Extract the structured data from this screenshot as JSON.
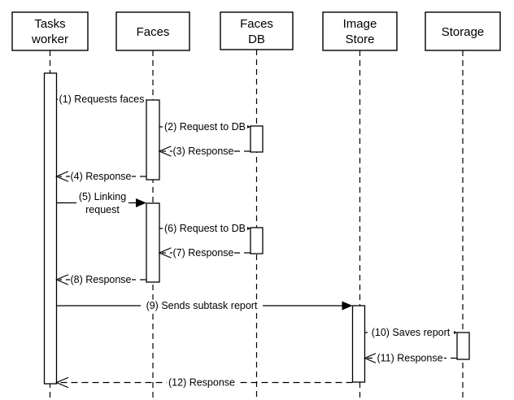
{
  "diagram": {
    "type": "uml-sequence",
    "colors": {
      "stroke": "#000000",
      "fill": "#ffffff",
      "text": "#000000",
      "background": "#ffffff"
    },
    "actors": [
      {
        "name": "Tasks worker",
        "lines": [
          "Tasks",
          "worker"
        ]
      },
      {
        "name": "Faces",
        "lines": [
          "Faces"
        ]
      },
      {
        "name": "Faces DB",
        "lines": [
          "Faces",
          "DB"
        ]
      },
      {
        "name": "Image Store",
        "lines": [
          "Image",
          "Store"
        ]
      },
      {
        "name": "Storage",
        "lines": [
          "Storage"
        ]
      }
    ],
    "messages": [
      {
        "label": "(1) Requests faces",
        "from": "Tasks worker",
        "to": "Faces",
        "style": "solid"
      },
      {
        "label": "(2) Request to DB",
        "from": "Faces",
        "to": "Faces DB",
        "style": "solid"
      },
      {
        "label": "(3) Response",
        "from": "Faces DB",
        "to": "Faces",
        "style": "dashed-return"
      },
      {
        "label": "(4) Response",
        "from": "Faces",
        "to": "Tasks worker",
        "style": "dashed-return"
      },
      {
        "label": "(5) Linking request",
        "label_lines": [
          "(5) Linking",
          "request"
        ],
        "from": "Tasks worker",
        "to": "Faces",
        "style": "solid"
      },
      {
        "label": "(6) Request to DB",
        "from": "Faces",
        "to": "Faces DB",
        "style": "solid"
      },
      {
        "label": "(7) Response",
        "from": "Faces DB",
        "to": "Faces",
        "style": "dashed-return"
      },
      {
        "label": "(8) Response",
        "from": "Faces",
        "to": "Tasks worker",
        "style": "dashed-return"
      },
      {
        "label": "(9) Sends subtask report",
        "from": "Tasks worker",
        "to": "Image Store",
        "style": "solid"
      },
      {
        "label": "(10) Saves report",
        "from": "Image Store",
        "to": "Storage",
        "style": "solid"
      },
      {
        "label": "(11) Response",
        "from": "Storage",
        "to": "Image Store",
        "style": "dashed-return"
      },
      {
        "label": "(12) Response",
        "from": "Image Store",
        "to": "Tasks worker",
        "style": "dashed-return"
      }
    ]
  }
}
